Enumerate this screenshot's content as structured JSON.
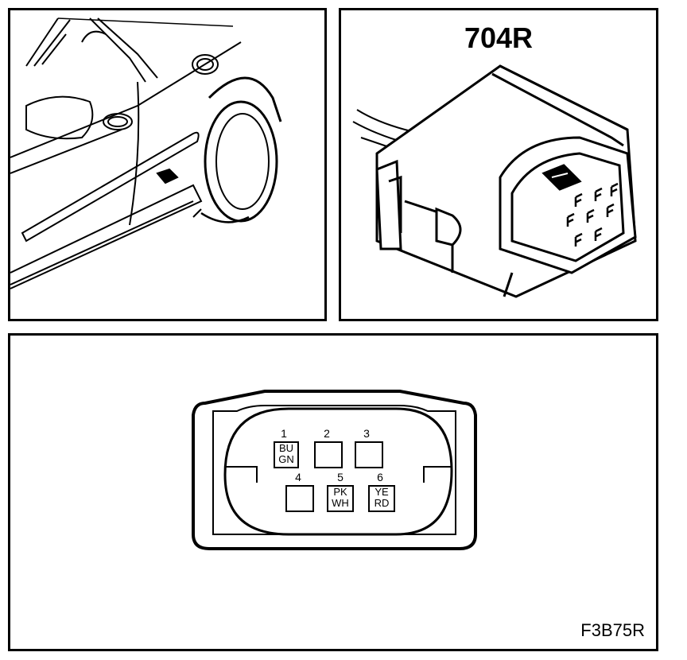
{
  "connector": {
    "title": "704R"
  },
  "figure_code": "F3B75R",
  "pins": [
    {
      "number": "1",
      "color_line1": "BU",
      "color_line2": "GN"
    },
    {
      "number": "2",
      "color_line1": "",
      "color_line2": ""
    },
    {
      "number": "3",
      "color_line1": "",
      "color_line2": ""
    },
    {
      "number": "4",
      "color_line1": "",
      "color_line2": ""
    },
    {
      "number": "5",
      "color_line1": "PK",
      "color_line2": "WH"
    },
    {
      "number": "6",
      "color_line1": "YE",
      "color_line2": "RD"
    }
  ]
}
